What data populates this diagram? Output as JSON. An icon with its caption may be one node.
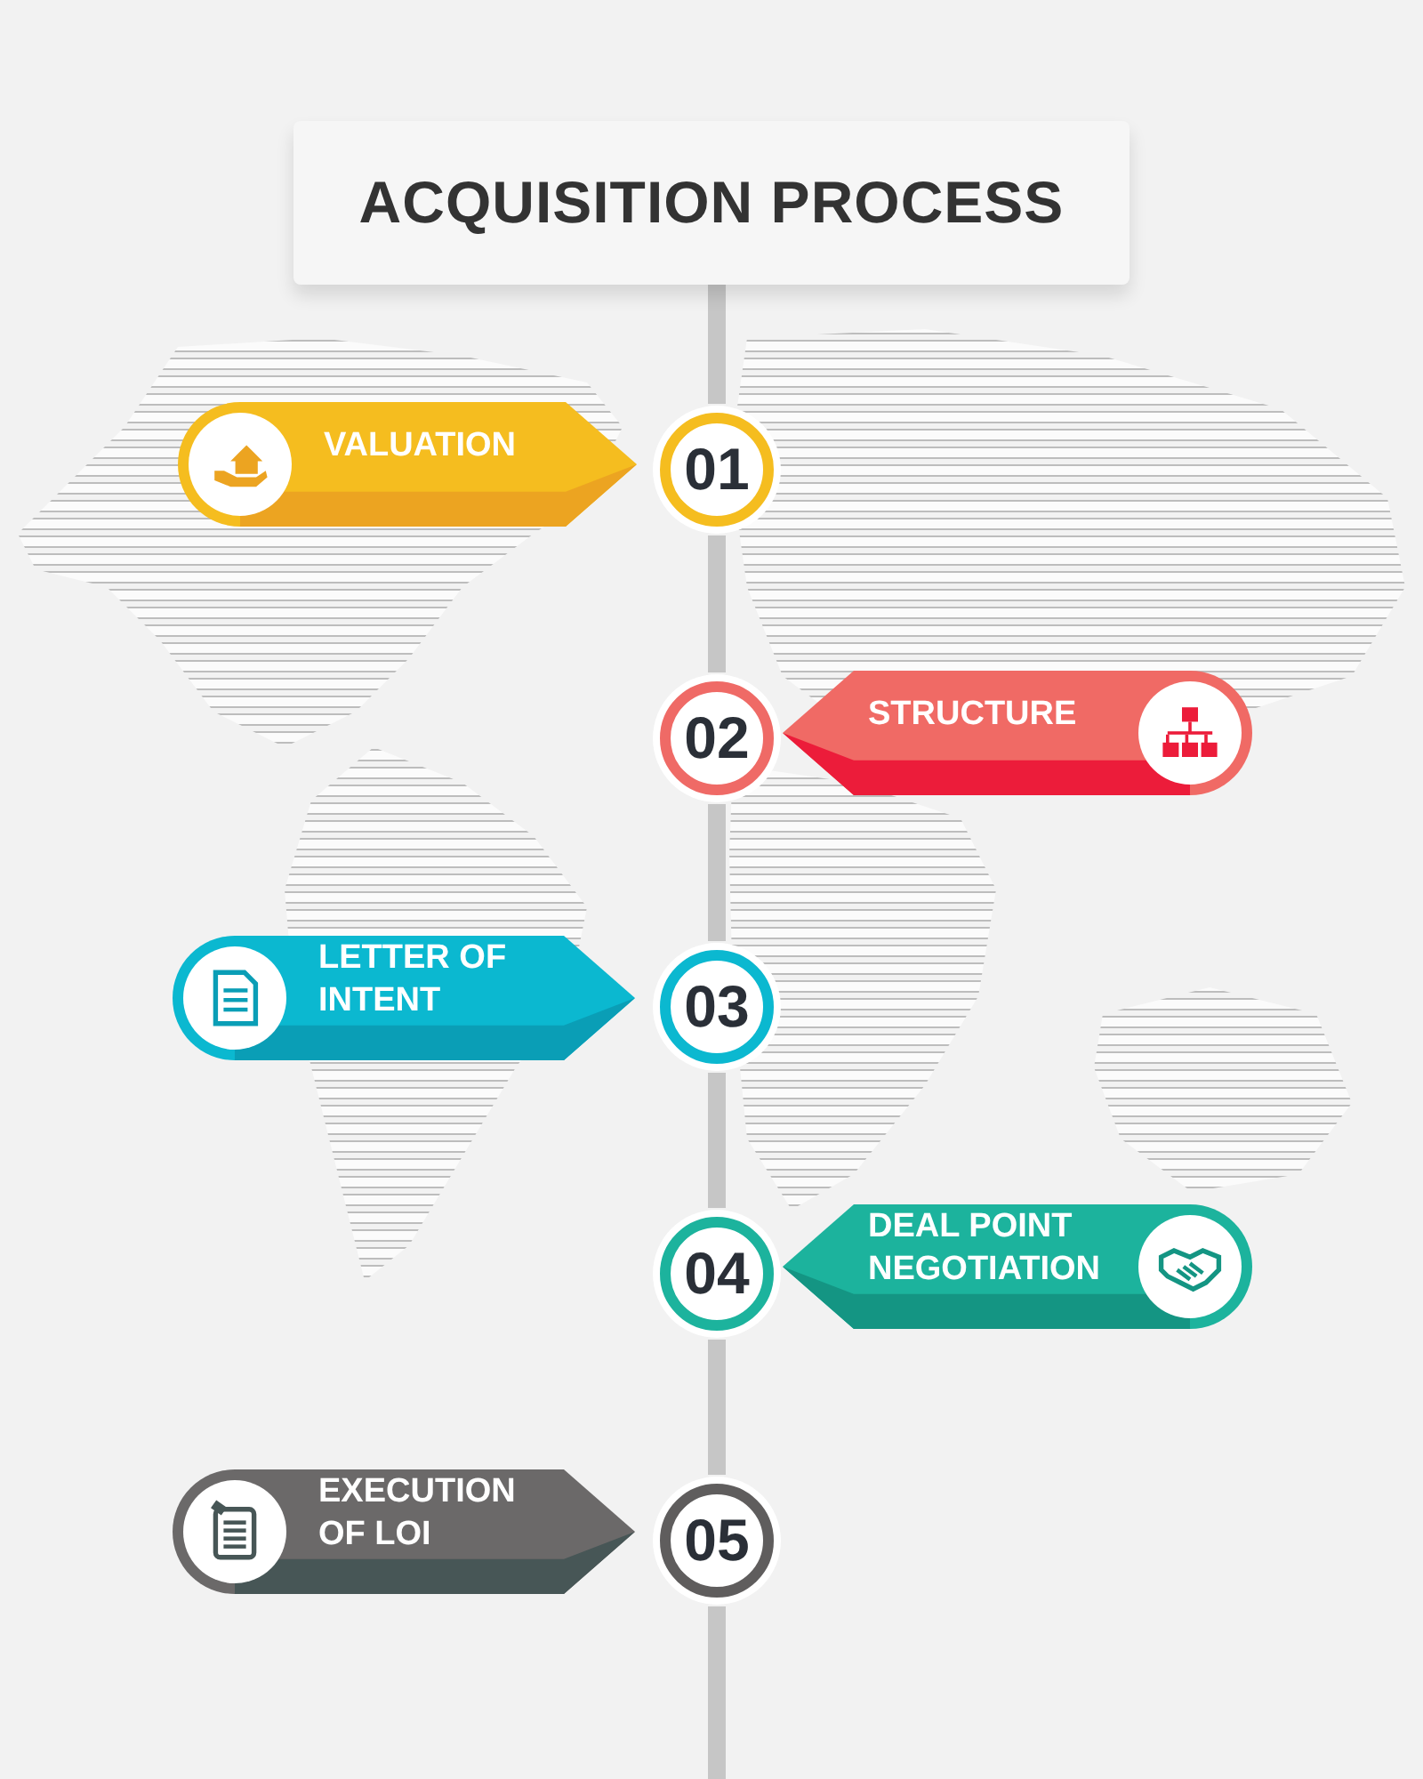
{
  "diagram": {
    "title": "ACQUISITION PROCESS",
    "nodes": [
      {
        "text": [
          "VALUATION"
        ]
      },
      {
        "text": [
          "01"
        ]
      },
      {
        "text": [
          "02"
        ]
      },
      {
        "text": [
          "STRUCTURE"
        ]
      },
      {
        "text": [
          "LETTER OF INTENT"
        ]
      },
      {
        "text": [
          "03"
        ]
      },
      {
        "text": [
          "04"
        ]
      },
      {
        "text": [
          "DEAL POINT NEGOTIATION"
        ]
      },
      {
        "text": [
          "EXECUTION OF LOI"
        ]
      },
      {
        "text": [
          "05"
        ]
      }
    ],
    "edges": [
      {
        "from": null,
        "to": 1,
        "arrow": "none"
      },
      {
        "from": 1,
        "to": 2,
        "arrow": "none"
      },
      {
        "from": 2,
        "to": 5,
        "arrow": "none"
      },
      {
        "from": 5,
        "to": 6,
        "arrow": "none"
      },
      {
        "from": 6,
        "to": 9,
        "arrow": "none"
      },
      {
        "from": 9,
        "to": null,
        "arrow": "none"
      }
    ]
  }
}
